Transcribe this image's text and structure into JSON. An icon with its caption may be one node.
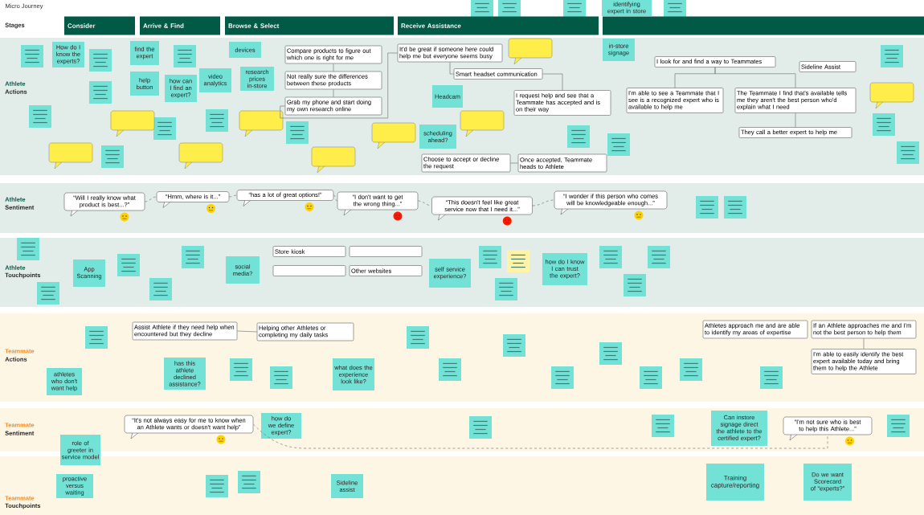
{
  "diagram": {
    "title": "Micro Journey",
    "nodes": [
      {
        "text": [
          "Consider"
        ]
      },
      {
        "text": [
          "Arrive & Find"
        ]
      },
      {
        "text": [
          "Browse & Select"
        ]
      },
      {
        "text": [
          "Receive Assistance"
        ]
      },
      {
        "text": [],
        "shape": "bar"
      },
      {
        "text": [
          "Compare products to figure out which one is right for me"
        ]
      },
      {
        "text": [
          "Not really sure the differences between these products"
        ]
      },
      {
        "text": [
          "Grab my phone and start doing my own research online"
        ]
      },
      {
        "text": [
          "It'd be great if someone here could help me but everyone seems busy"
        ]
      },
      {
        "text": [
          "Smart headset communication"
        ]
      },
      {
        "text": [
          "I request help and see that a Teammate has accepted and is on their way"
        ]
      },
      {
        "text": [
          "Choose to accept or decline the request"
        ]
      },
      {
        "text": [
          "Once accepted, Teammate heads to Athlete"
        ]
      },
      {
        "text": [
          "I look for and find a way to Teammates"
        ]
      },
      {
        "text": [
          "Sideline Assist"
        ]
      },
      {
        "text": [
          "I'm able to see a Teammate that I see is a recognized expert who is available to help me"
        ]
      },
      {
        "text": [
          "The Teammate I find that's available tells me they aren't the best person who'd explain what I need"
        ]
      },
      {
        "text": [
          "They call a better expert to help me"
        ]
      },
      {
        "text": [
          "How do I know the experts?"
        ]
      },
      {
        "text": [
          "find the expert"
        ]
      },
      {
        "text": [
          "help button"
        ]
      },
      {
        "text": [
          "how can I find an expert?"
        ]
      },
      {
        "text": [
          "video analytics"
        ]
      },
      {
        "text": [
          "devices"
        ]
      },
      {
        "text": [
          "research prices in-store"
        ]
      },
      {
        "text": [
          "Headcam"
        ]
      },
      {
        "text": [
          "scheduling ahead?"
        ]
      },
      {
        "text": [
          "identifying expert in store"
        ]
      },
      {
        "text": [
          "in-store signage"
        ]
      },
      {
        "text": [
          "“Will I really know what product is best...?”"
        ]
      },
      {
        "text": [
          "“Hmm, where is it...”"
        ]
      },
      {
        "text": [
          "“has a lot of great options!”"
        ]
      },
      {
        "text": [
          "“I don't want to get the wrong thing...”"
        ]
      },
      {
        "text": [
          "“This doesn't feel like great service now that I need it...”"
        ]
      },
      {
        "text": [
          "“I wonder if this person who comes will be knowledgeable enough...”"
        ]
      },
      {
        "text": [
          "App Scanning"
        ]
      },
      {
        "text": [
          "social media?"
        ]
      },
      {
        "text": [
          "Store kiosk"
        ]
      },
      {
        "text": [],
        "shape": "box"
      },
      {
        "text": [],
        "shape": "box"
      },
      {
        "text": [
          "Other websites"
        ]
      },
      {
        "text": [
          "self service experience?"
        ]
      },
      {
        "text": [
          "how do I know I can trust the expert?"
        ]
      },
      {
        "text": [
          "Assist Athlete if they need help when encountered but they decline"
        ]
      },
      {
        "text": [
          "Helping other Athletes or completing my daily tasks"
        ]
      },
      {
        "text": [
          "athletes who don't want help"
        ]
      },
      {
        "text": [
          "has this athlete declined assistance?"
        ]
      },
      {
        "text": [
          "what does the experience look like?"
        ]
      },
      {
        "text": [
          "Athletes approach me and are able to identify my areas of expertise"
        ]
      },
      {
        "text": [
          "If an Athlete approaches me and I'm not the best person to help them"
        ]
      },
      {
        "text": [
          "I'm able to easily identify the best expert available today and bring them to help the Athlete"
        ]
      },
      {
        "text": [
          "“It's not always easy for me to know when an Athlete wants or doesn't want help”"
        ]
      },
      {
        "text": [
          "how do we define expert?"
        ]
      },
      {
        "text": [
          "role of greeter in service model"
        ]
      },
      {
        "text": [
          "Can instore signage direct the athlete to the certified expert?"
        ]
      },
      {
        "text": [
          "“I'm not sure who is best to help this Athlete...”"
        ]
      },
      {
        "text": [
          "proactive versus waiting"
        ]
      },
      {
        "text": [
          "Sideline assist"
        ]
      },
      {
        "text": [
          "Training capture/reporting"
        ]
      },
      {
        "text": [
          "Do we want Scorecard of “experts?”"
        ]
      },
      {
        "text": [],
        "shape": "note"
      },
      {
        "text": [],
        "shape": "note"
      },
      {
        "text": [],
        "shape": "note"
      },
      {
        "text": [],
        "shape": "note"
      },
      {
        "text": [],
        "shape": "note"
      },
      {
        "text": [],
        "shape": "note"
      },
      {
        "text": [],
        "shape": "note"
      },
      {
        "text": [],
        "shape": "note"
      },
      {
        "text": [],
        "shape": "note"
      },
      {
        "text": [],
        "shape": "note"
      },
      {
        "text": [],
        "shape": "note"
      },
      {
        "text": [],
        "shape": "note"
      },
      {
        "text": [],
        "shape": "note"
      },
      {
        "text": [],
        "shape": "note"
      },
      {
        "text": [],
        "shape": "note"
      },
      {
        "text": [],
        "shape": "note"
      },
      {
        "text": [],
        "shape": "note"
      },
      {
        "text": [],
        "shape": "note"
      },
      {
        "text": [],
        "shape": "note"
      },
      {
        "text": [],
        "shape": "note"
      },
      {
        "text": [],
        "shape": "note"
      },
      {
        "text": [],
        "shape": "note"
      },
      {
        "text": [],
        "shape": "note"
      },
      {
        "text": [],
        "shape": "note"
      },
      {
        "text": [],
        "shape": "note"
      },
      {
        "text": [],
        "shape": "note"
      },
      {
        "text": [],
        "shape": "note"
      },
      {
        "text": [],
        "shape": "note"
      },
      {
        "text": [],
        "shape": "note"
      },
      {
        "text": [],
        "shape": "note"
      },
      {
        "text": [],
        "shape": "note"
      },
      {
        "text": [],
        "shape": "note"
      },
      {
        "text": [],
        "shape": "note"
      },
      {
        "text": [],
        "shape": "note"
      },
      {
        "text": [],
        "shape": "note"
      },
      {
        "text": [],
        "shape": "note"
      },
      {
        "text": [],
        "shape": "note"
      },
      {
        "text": [],
        "shape": "note"
      },
      {
        "text": [],
        "shape": "note"
      },
      {
        "text": [],
        "shape": "note"
      },
      {
        "text": [],
        "shape": "note"
      },
      {
        "text": [],
        "shape": "note"
      },
      {
        "text": [],
        "shape": "note"
      },
      {
        "text": [],
        "shape": "note"
      },
      {
        "text": [],
        "shape": "note"
      },
      {
        "text": [],
        "shape": "note"
      },
      {
        "text": [],
        "shape": "note"
      },
      {
        "text": [],
        "shape": "callout"
      },
      {
        "text": [],
        "shape": "callout"
      },
      {
        "text": [],
        "shape": "callout"
      },
      {
        "text": [],
        "shape": "callout"
      },
      {
        "text": [],
        "shape": "callout"
      },
      {
        "text": [],
        "shape": "callout"
      },
      {
        "text": [],
        "shape": "callout"
      },
      {
        "text": [],
        "shape": "callout"
      },
      {
        "text": [],
        "shape": "callout"
      }
    ],
    "edges": [
      {
        "from": 5,
        "to": 6,
        "arrow": "none"
      },
      {
        "from": 6,
        "to": 7,
        "arrow": "none"
      },
      {
        "from": 7,
        "to": 8,
        "arrow": "none"
      },
      {
        "from": 8,
        "to": 9,
        "arrow": "none"
      },
      {
        "from": 9,
        "to": 10,
        "arrow": "none"
      },
      {
        "from": 11,
        "to": 12,
        "arrow": "none"
      },
      {
        "from": 13,
        "to": 15,
        "arrow": "none"
      },
      {
        "from": 13,
        "to": 16,
        "arrow": "none"
      },
      {
        "from": 16,
        "to": 17,
        "arrow": "none"
      },
      {
        "from": 29,
        "to": 30,
        "arrow": "none",
        "style": "dashed"
      },
      {
        "from": 30,
        "to": 31,
        "arrow": "none",
        "style": "dashed"
      },
      {
        "from": 31,
        "to": 32,
        "arrow": "none",
        "style": "dashed"
      },
      {
        "from": 32,
        "to": 33,
        "arrow": "none",
        "style": "dashed"
      },
      {
        "from": 33,
        "to": 34,
        "arrow": "none",
        "style": "dashed"
      },
      {
        "from": 43,
        "to": 44,
        "arrow": "none"
      },
      {
        "from": 49,
        "to": 50,
        "arrow": "none"
      },
      {
        "from": 51,
        "to": 55,
        "arrow": "none",
        "style": "dashed"
      }
    ],
    "labels": [
      "Stages",
      "Athlete",
      "Actions",
      "Athlete",
      "Sentiment",
      "Athlete",
      "Touchpoints",
      "Teammate",
      "Actions",
      "Teammate",
      "Sentiment",
      "Teammate",
      "Touchpoints"
    ]
  }
}
